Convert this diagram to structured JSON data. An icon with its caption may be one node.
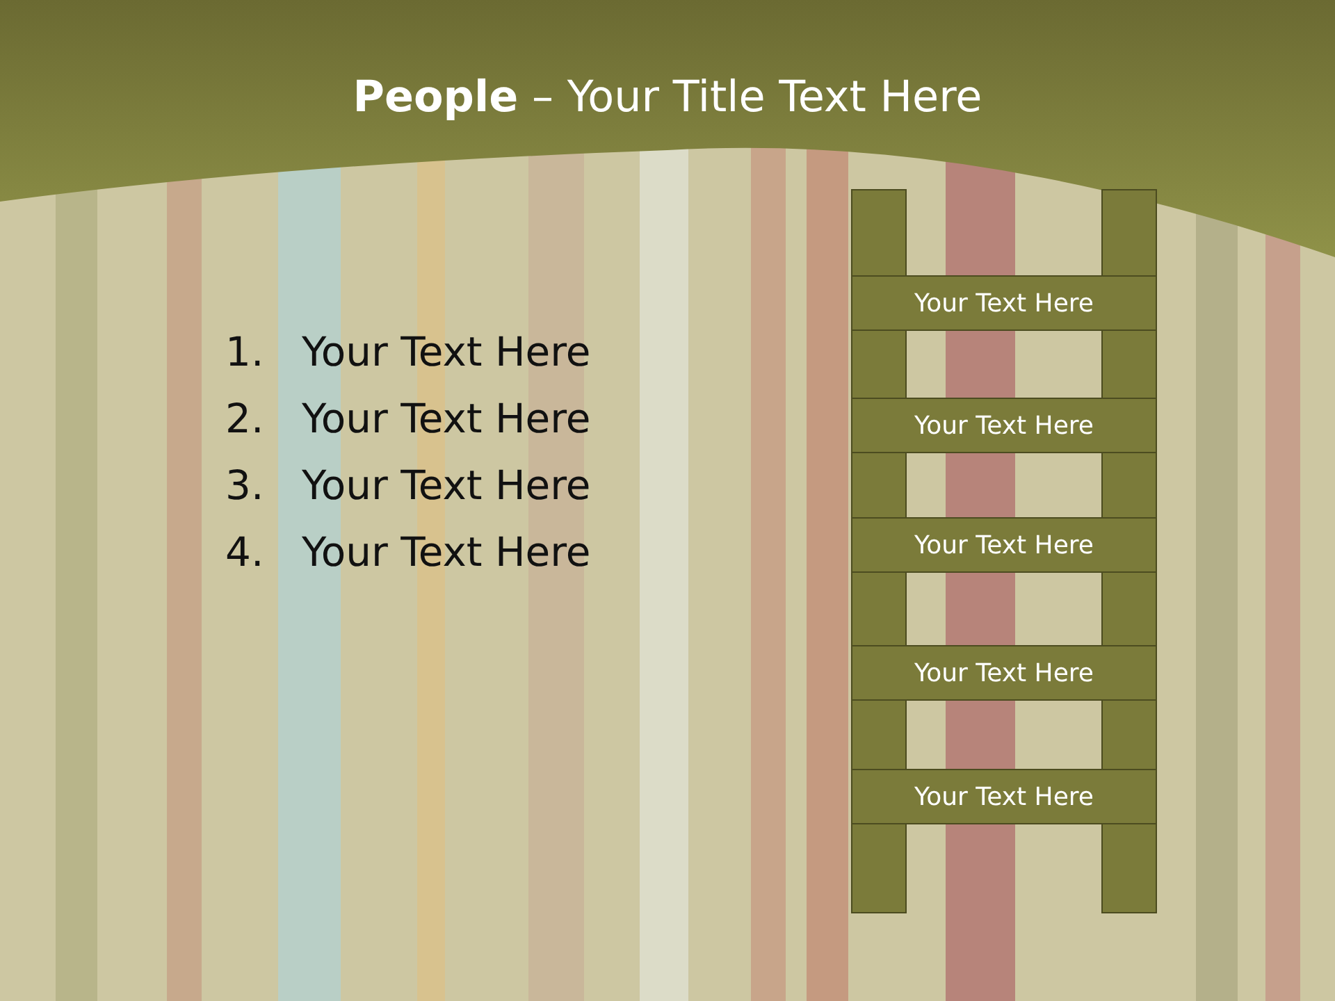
{
  "diagram": {
    "title": "**People** – Your Title Text Here",
    "nodes": [
      {
        "text": [],
        "shape": "bar"
      },
      {
        "text": [],
        "shape": "bar"
      },
      {
        "text": [
          "Your Text Here"
        ]
      },
      {
        "text": [
          "Your Text Here"
        ]
      },
      {
        "text": [
          "Your Text Here"
        ]
      },
      {
        "text": [
          "Your Text Here"
        ]
      },
      {
        "text": [
          "Your Text Here"
        ]
      }
    ],
    "edges": [],
    "labels": [
      "1.",
      "Your Text Here",
      "2.",
      "Your Text Here",
      "3.",
      "Your Text Here",
      "4.",
      "Your Text Here"
    ]
  }
}
